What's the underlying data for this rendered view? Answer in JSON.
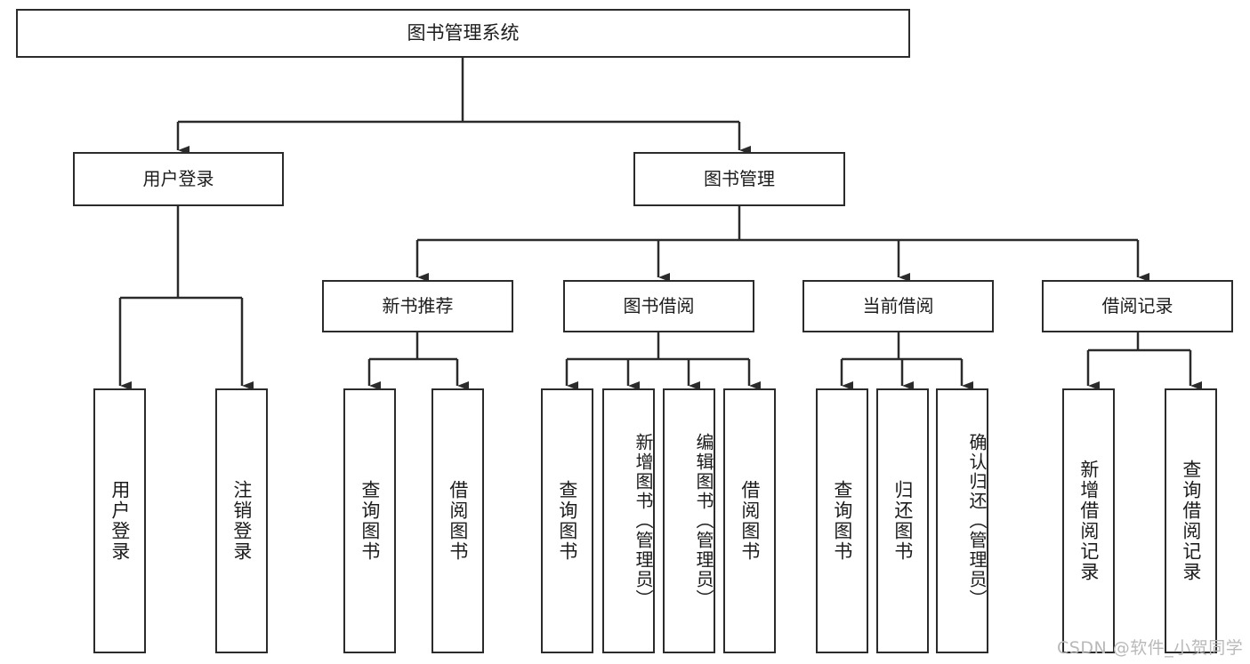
{
  "diagram": {
    "title": "图书管理系统",
    "type": "tree-hierarchy-diagram",
    "colors": {
      "stroke": "#2b2b2b",
      "fill": "#ffffff",
      "text": "#1c1c1c",
      "watermark": "#b9b9b9"
    },
    "root": {
      "label": "图书管理系统"
    },
    "level2": [
      {
        "label": "用户登录"
      },
      {
        "label": "图书管理"
      }
    ],
    "level3": [
      {
        "label": "新书推荐"
      },
      {
        "label": "图书借阅"
      },
      {
        "label": "当前借阅"
      },
      {
        "label": "借阅记录"
      }
    ],
    "leaves": {
      "user_login": [
        {
          "label": "用户登录"
        },
        {
          "label": "注销登录"
        }
      ],
      "new_book_recommend": [
        {
          "label": "查询图书"
        },
        {
          "label": "借阅图书"
        }
      ],
      "book_borrow": [
        {
          "label": "查询图书"
        },
        {
          "label": "新增图书（管理员）"
        },
        {
          "label": "编辑图书（管理员）"
        },
        {
          "label": "借阅图书"
        }
      ],
      "current_borrow": [
        {
          "label": "查询图书"
        },
        {
          "label": "归还图书"
        },
        {
          "label": "确认归还（管理员）"
        }
      ],
      "borrow_record": [
        {
          "label": "新增借阅记录"
        },
        {
          "label": "查询借阅记录"
        }
      ]
    }
  },
  "watermark": {
    "text": "CSDN @软件_小贺同学"
  }
}
